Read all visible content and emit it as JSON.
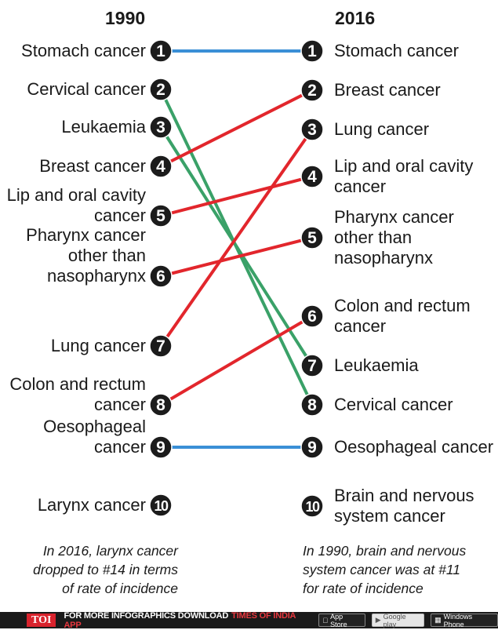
{
  "chart_data": {
    "type": "slope",
    "left_year": "1990",
    "right_year": "2016",
    "left_ranks": [
      {
        "rank": 1,
        "label": "Stomach cancer"
      },
      {
        "rank": 2,
        "label": "Cervical cancer"
      },
      {
        "rank": 3,
        "label": "Leukaemia"
      },
      {
        "rank": 4,
        "label": "Breast cancer"
      },
      {
        "rank": 5,
        "label": "Lip and oral cavity\ncancer"
      },
      {
        "rank": 6,
        "label": "Pharynx cancer\nother than\nnasopharynx"
      },
      {
        "rank": 7,
        "label": "Lung cancer"
      },
      {
        "rank": 8,
        "label": "Colon and rectum\ncancer"
      },
      {
        "rank": 9,
        "label": "Oesophageal\ncancer"
      },
      {
        "rank": 10,
        "label": "Larynx cancer"
      }
    ],
    "right_ranks": [
      {
        "rank": 1,
        "label": "Stomach cancer"
      },
      {
        "rank": 2,
        "label": "Breast cancer"
      },
      {
        "rank": 3,
        "label": "Lung cancer"
      },
      {
        "rank": 4,
        "label": "Lip and oral cavity\ncancer"
      },
      {
        "rank": 5,
        "label": "Pharynx cancer\nother than\nnasopharynx"
      },
      {
        "rank": 6,
        "label": "Colon and rectum\ncancer"
      },
      {
        "rank": 7,
        "label": "Leukaemia"
      },
      {
        "rank": 8,
        "label": "Cervical cancer"
      },
      {
        "rank": 9,
        "label": "Oesophageal cancer"
      },
      {
        "rank": 10,
        "label": "Brain and nervous\nsystem cancer"
      }
    ],
    "links": [
      {
        "from": 1,
        "to": 1,
        "trend": "same"
      },
      {
        "from": 2,
        "to": 8,
        "trend": "down"
      },
      {
        "from": 3,
        "to": 7,
        "trend": "down"
      },
      {
        "from": 4,
        "to": 2,
        "trend": "up"
      },
      {
        "from": 5,
        "to": 4,
        "trend": "up"
      },
      {
        "from": 6,
        "to": 5,
        "trend": "up"
      },
      {
        "from": 7,
        "to": 3,
        "trend": "up"
      },
      {
        "from": 8,
        "to": 6,
        "trend": "up"
      },
      {
        "from": 9,
        "to": 9,
        "trend": "same"
      }
    ],
    "colors": {
      "same": "#3a8fd6",
      "down": "#3aa168",
      "up": "#e2262c",
      "badge": "#1c1c1c"
    }
  },
  "notes": {
    "left": "In 2016, larynx cancer\ndropped to #14 in terms\nof rate of incidence",
    "right": "In 1990, brain and nervous\nsystem cancer was at #11\nfor rate of incidence"
  },
  "footer": {
    "logo": "TOI",
    "text": "FOR MORE  INFOGRAPHICS DOWNLOAD",
    "app": "TIMES OF INDIA  APP",
    "stores": [
      "App Store",
      "Google play",
      "Windows Phone"
    ]
  }
}
